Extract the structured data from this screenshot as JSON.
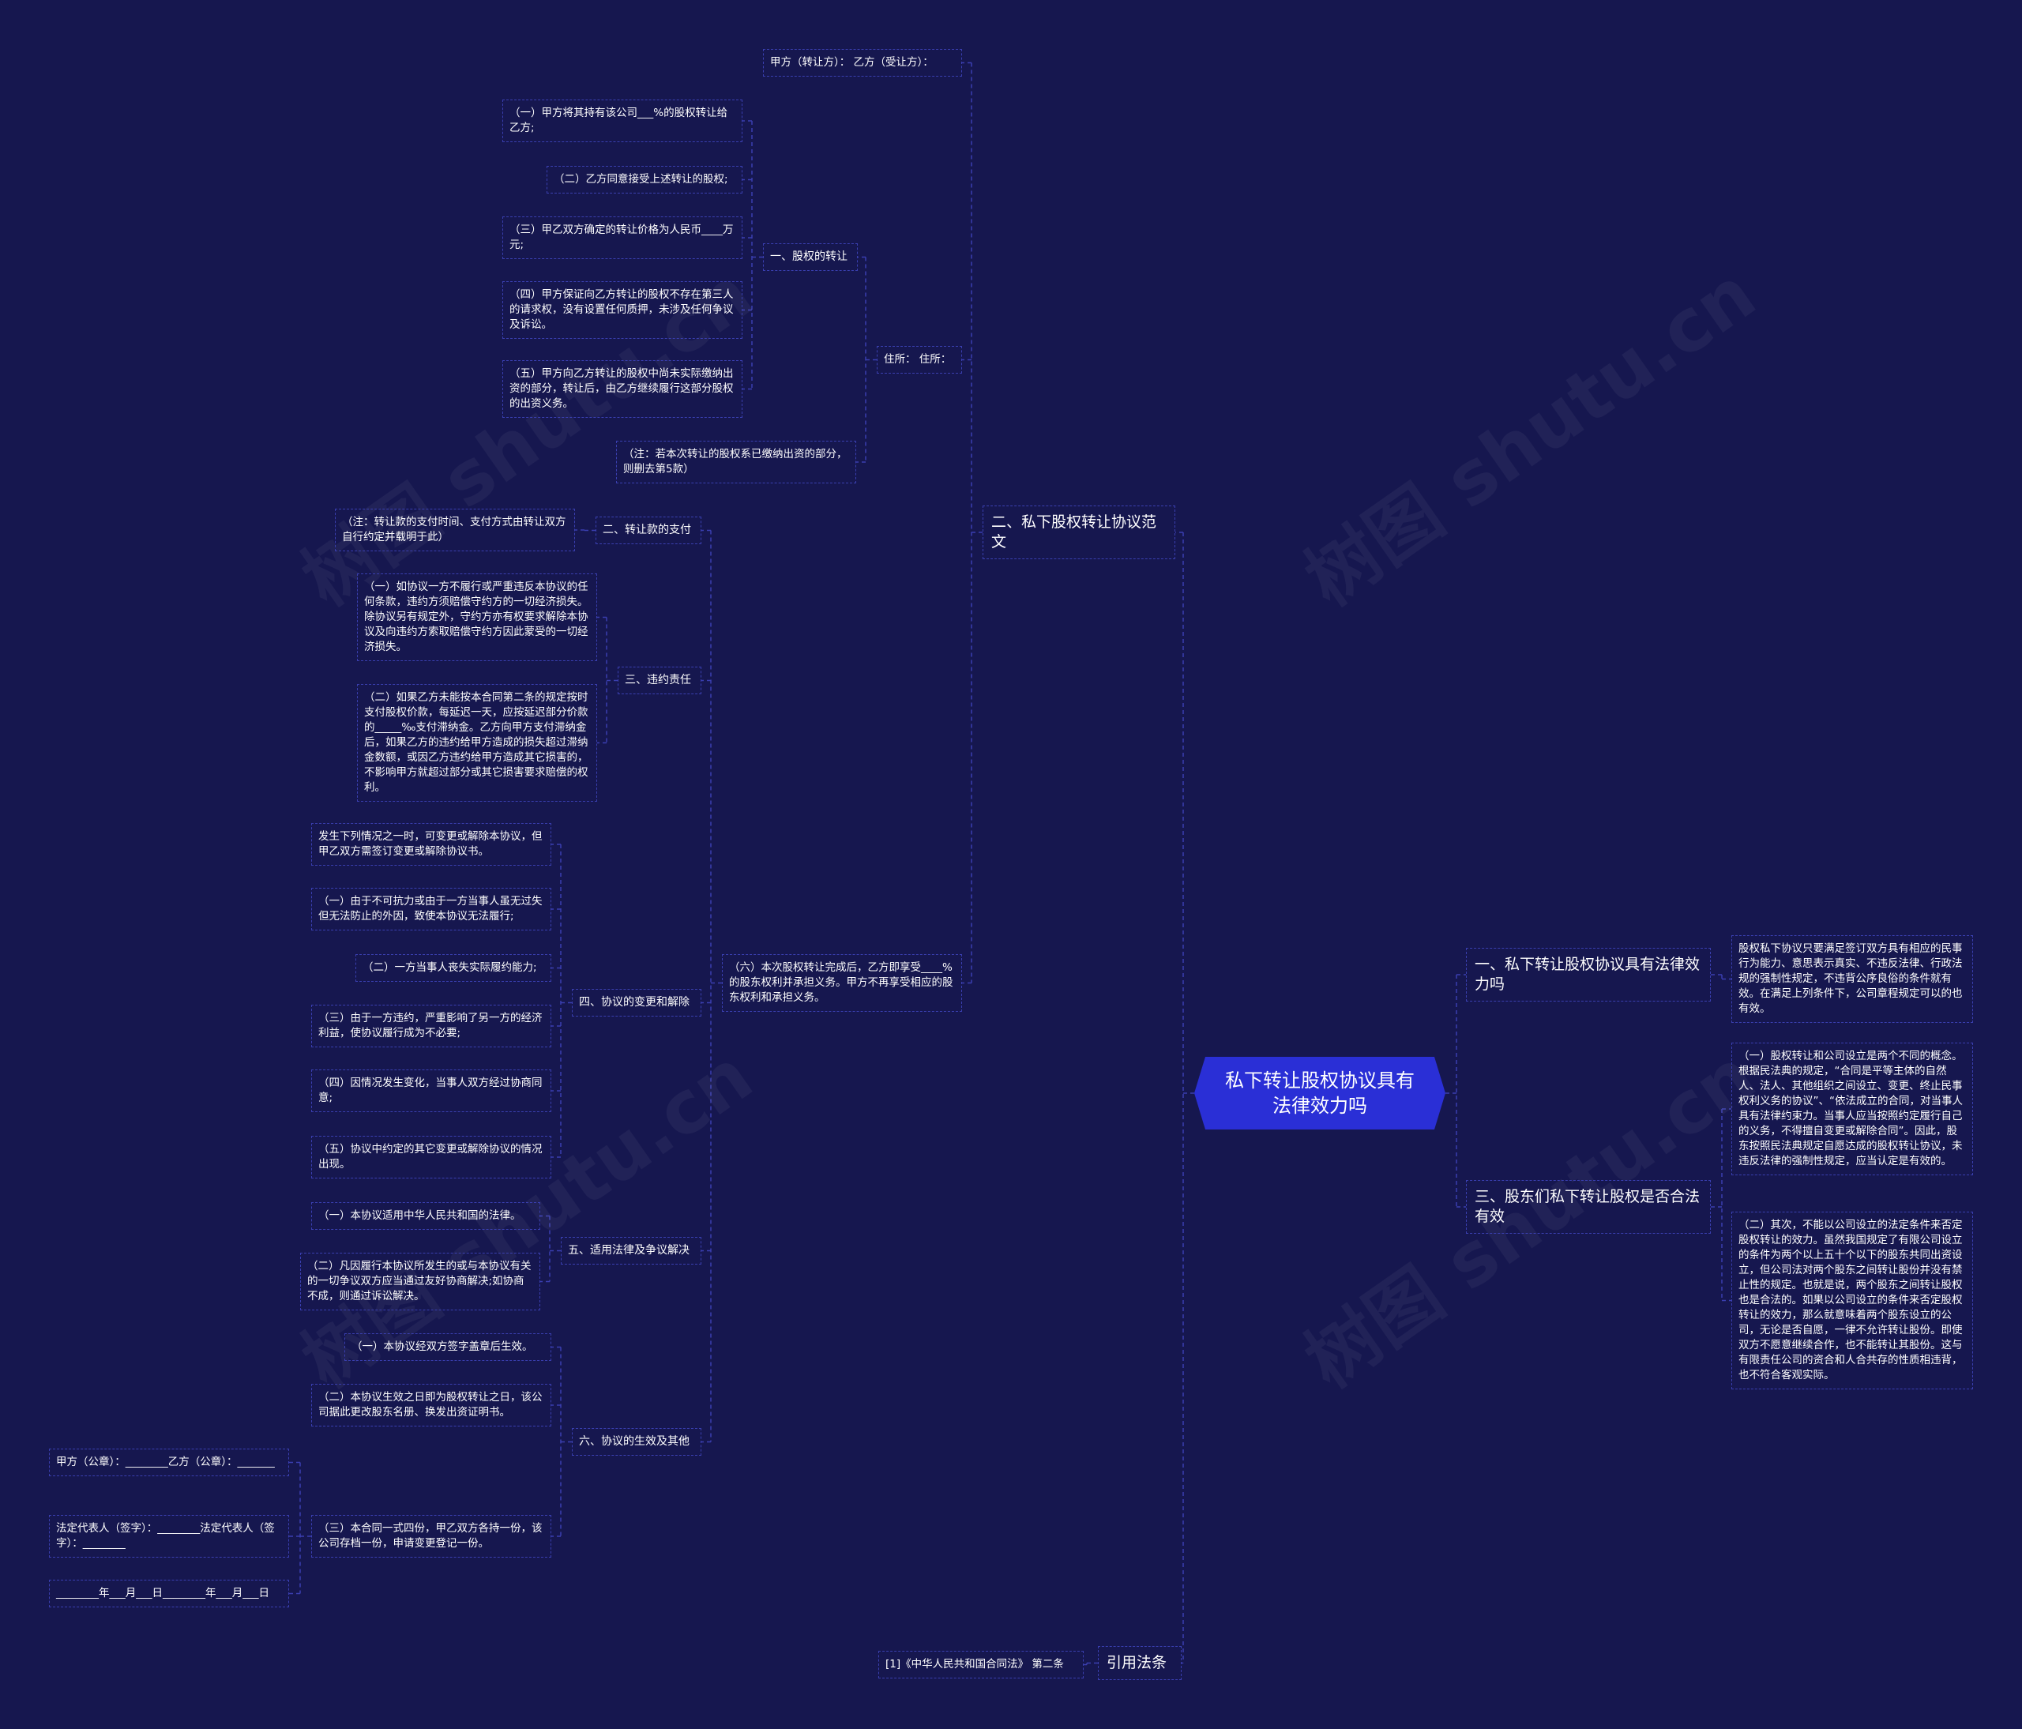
{
  "root": "私下转让股权协议具有法律效力吗",
  "watermark": "树图 shutu.cn",
  "colors": {
    "background": "#16174f",
    "root": "#2a2fd6",
    "border": "#3a3fb0"
  },
  "n": {
    "b1": "一、私下转让股权协议具有法律效力吗",
    "b1c1": "股权私下协议只要满足签订双方具有相应的民事行为能力、意思表示真实、不违反法律、行政法规的强制性规定，不违背公序良俗的条件就有效。在满足上列条件下，公司章程规定可以的也有效。",
    "b3": "三、股东们私下转让股权是否合法有效",
    "b3c1": "（一）股权转让和公司设立是两个不同的概念。根据民法典的规定，“合同是平等主体的自然人、法人、其他组织之间设立、变更、终止民事权利义务的协议”、“依法成立的合同，对当事人具有法律约束力。当事人应当按照约定履行自己的义务，不得擅自变更或解除合同”。因此，股东按照民法典规定自愿达成的股权转让协议，未违反法律的强制性规定，应当认定是有效的。",
    "b3c2": "（二）其次，不能以公司设立的法定条件来否定股权转让的效力。虽然我国规定了有限公司设立的条件为两个以上五十个以下的股东共同出资设立，但公司法对两个股东之间转让股份并没有禁止性的规定。也就是说，两个股东之间转让股权也是合法的。如果以公司设立的条件来否定股权转让的效力，那么就意味着两个股东设立的公司，无论是否自愿，一律不允许转让股份。即使双方不愿意继续合作，也不能转让其股份。这与有限责任公司的资合和人合共存的性质相违背，也不符合客观实际。",
    "b2": "二、私下股权转让协议范文",
    "b2a": "甲方（转让方）： 乙方（受让方）：",
    "b2b": "住所： 住所：",
    "s1": "一、股权的转让",
    "s1c1": "（一）甲方将其持有该公司___%的股权转让给乙方;",
    "s1c2": "（二）乙方同意接受上述转让的股权;",
    "s1c3": "（三）甲乙双方确定的转让价格为人民币____万元;",
    "s1c4": "（四）甲方保证向乙方转让的股权不存在第三人的请求权，没有设置任何质押，未涉及任何争议及诉讼。",
    "s1c5": "（五）甲方向乙方转让的股权中尚未实际缴纳出资的部分，转让后，由乙方继续履行这部分股权的出资义务。",
    "s1c6": "（注：若本次转让的股权系已缴纳出资的部分，则删去第5款）",
    "s2": "二、转让款的支付",
    "s2c1": "（注：转让款的支付时间、支付方式由转让双方自行约定并载明于此）",
    "s3": "三、违约责任",
    "s3c1": "（一）如协议一方不履行或严重违反本协议的任何条款，违约方须赔偿守约方的一切经济损失。除协议另有规定外，守约方亦有权要求解除本协议及向违约方索取赔偿守约方因此蒙受的一切经济损失。",
    "s3c2": "（二）如果乙方未能按本合同第二条的规定按时支付股权价款，每延迟一天，应按延迟部分价款的_____‰支付滞纳金。乙方向甲方支付滞纳金后，如果乙方的违约给甲方造成的损失超过滞纳金数额，或因乙方违约给甲方造成其它损害的，不影响甲方就超过部分或其它损害要求赔偿的权利。",
    "b2c": "（六）本次股权转让完成后，乙方即享受____%的股东权利并承担义务。甲方不再享受相应的股东权利和承担义务。",
    "s4": "四、协议的变更和解除",
    "s4c1": "发生下列情况之一时，可变更或解除本协议，但甲乙双方需签订变更或解除协议书。",
    "s4c2": "（一）由于不可抗力或由于一方当事人虽无过失但无法防止的外因，致使本协议无法履行;",
    "s4c3": "（二）一方当事人丧失实际履约能力;",
    "s4c4": "（三）由于一方违约，严重影响了另一方的经济利益，使协议履行成为不必要;",
    "s4c5": "（四）因情况发生变化，当事人双方经过协商同意;",
    "s4c6": "（五）协议中约定的其它变更或解除协议的情况出现。",
    "s5": "五、适用法律及争议解决",
    "s5c1": "（一）本协议适用中华人民共和国的法律。",
    "s5c2": "（二）凡因履行本协议所发生的或与本协议有关的一切争议双方应当通过友好协商解决;如协商不成，则通过诉讼解决。",
    "s6": "六、协议的生效及其他",
    "s6c1": "（一）本协议经双方签字盖章后生效。",
    "s6c2": "（二）本协议生效之日即为股权转让之日，该公司据此更改股东名册、换发出资证明书。",
    "s6c3": "（三）本合同一式四份，甲乙双方各持一份，该公司存档一份，申请变更登记一份。",
    "s6c3a": "甲方（公章）：________乙方（公章）：_______",
    "s6c3b": "法定代表人（签字）：________法定代表人（签字）：________",
    "s6c3c": "________年___月___日________年___月___日",
    "b4": "引用法条",
    "b4c1": "[1]《中华人民共和国合同法》 第二条"
  }
}
